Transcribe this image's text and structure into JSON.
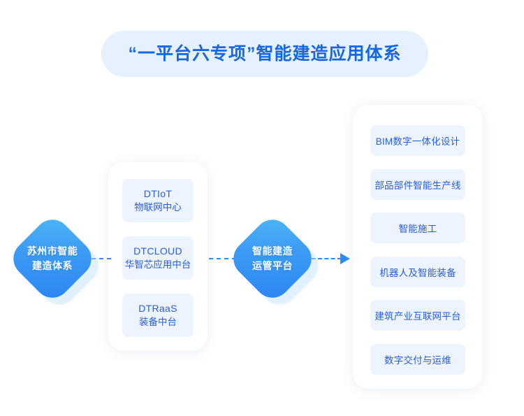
{
  "title": {
    "text": "“一平台六专项”智能建造应用体系"
  },
  "nodes": [
    {
      "id": "suzhou-system",
      "line1": "苏州市智能",
      "line2": "建造体系"
    },
    {
      "id": "operation-platform",
      "line1": "智能建造",
      "line2": "运管平台"
    }
  ],
  "middle_panel": {
    "cards": [
      {
        "line1": "DTIoT",
        "line2": "物联网中心"
      },
      {
        "line1": "DTCLOUD",
        "line2": "华智芯应用中台"
      },
      {
        "line1": "DTRaaS",
        "line2": "装备中台"
      }
    ]
  },
  "right_panel": {
    "cards": [
      {
        "label": "BIM数字一体化设计"
      },
      {
        "label": "部品部件智能生产线"
      },
      {
        "label": "智能施工"
      },
      {
        "label": "机器人及智能装备"
      },
      {
        "label": "建筑产业互联网平台"
      },
      {
        "label": "数字交付与运维"
      }
    ]
  },
  "colors": {
    "title_pill_bg": "#e5f1fc",
    "title_text": "#1767e0",
    "card_bg": "#edf4fd",
    "card_text": "#2a5ed6",
    "node_gradient_start": "#4eb9f7",
    "node_gradient_end": "#2a85f2",
    "connector": "#2f8cf3",
    "page_bg": "#ffffff"
  }
}
